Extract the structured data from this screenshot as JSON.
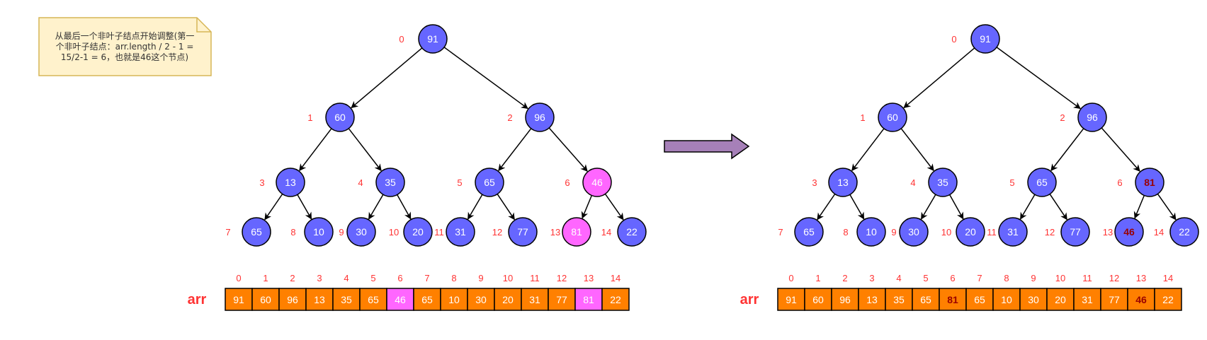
{
  "note": {
    "lines": [
      "从最后一个非叶子结点开始调整(第一",
      "个非叶子结点：arr.length / 2 - 1 =",
      "15/2-1 = 6，也就是46这个节点)"
    ]
  },
  "colors": {
    "node_fill": "#6666ff",
    "node_highlight": "#ff66ff",
    "cell_fill": "#ff8000",
    "cell_highlight": "#ff66ff",
    "index_red": "#ff3333",
    "arr_label": "#ff3333",
    "swapped_text": "#990000",
    "note_fill": "#fff2cc",
    "note_border": "#d6b656",
    "arrow_fill": "#a680b8",
    "arrow_stroke": "#000000"
  },
  "diagrams": [
    {
      "id": "before",
      "arr_label": "arr",
      "nodes": [
        {
          "index": "0",
          "value": "91"
        },
        {
          "index": "1",
          "value": "60"
        },
        {
          "index": "2",
          "value": "96"
        },
        {
          "index": "3",
          "value": "13"
        },
        {
          "index": "4",
          "value": "35"
        },
        {
          "index": "5",
          "value": "65"
        },
        {
          "index": "6",
          "value": "46",
          "highlight": true
        },
        {
          "index": "7",
          "value": "65"
        },
        {
          "index": "8",
          "value": "10"
        },
        {
          "index": "9",
          "value": "30"
        },
        {
          "index": "10",
          "value": "20"
        },
        {
          "index": "11",
          "value": "31"
        },
        {
          "index": "12",
          "value": "77"
        },
        {
          "index": "13",
          "value": "81",
          "highlight": true
        },
        {
          "index": "14",
          "value": "22"
        }
      ],
      "array": [
        "91",
        "60",
        "96",
        "13",
        "35",
        "65",
        "46",
        "65",
        "10",
        "30",
        "20",
        "31",
        "77",
        "81",
        "22"
      ],
      "array_indices": [
        "0",
        "1",
        "2",
        "3",
        "4",
        "5",
        "6",
        "7",
        "8",
        "9",
        "10",
        "11",
        "12",
        "13",
        "14"
      ],
      "highlight_cells": [
        6,
        13
      ],
      "swapped_cells": []
    },
    {
      "id": "after",
      "arr_label": "arr",
      "nodes": [
        {
          "index": "0",
          "value": "91"
        },
        {
          "index": "1",
          "value": "60"
        },
        {
          "index": "2",
          "value": "96"
        },
        {
          "index": "3",
          "value": "13"
        },
        {
          "index": "4",
          "value": "35"
        },
        {
          "index": "5",
          "value": "65"
        },
        {
          "index": "6",
          "value": "81",
          "swapped": true
        },
        {
          "index": "7",
          "value": "65"
        },
        {
          "index": "8",
          "value": "10"
        },
        {
          "index": "9",
          "value": "30"
        },
        {
          "index": "10",
          "value": "20"
        },
        {
          "index": "11",
          "value": "31"
        },
        {
          "index": "12",
          "value": "77"
        },
        {
          "index": "13",
          "value": "46",
          "swapped": true
        },
        {
          "index": "14",
          "value": "22"
        }
      ],
      "array": [
        "91",
        "60",
        "96",
        "13",
        "35",
        "65",
        "81",
        "65",
        "10",
        "30",
        "20",
        "31",
        "77",
        "46",
        "22"
      ],
      "array_indices": [
        "0",
        "1",
        "2",
        "3",
        "4",
        "5",
        "6",
        "7",
        "8",
        "9",
        "10",
        "11",
        "12",
        "13",
        "14"
      ],
      "highlight_cells": [],
      "swapped_cells": [
        6,
        13
      ]
    }
  ]
}
